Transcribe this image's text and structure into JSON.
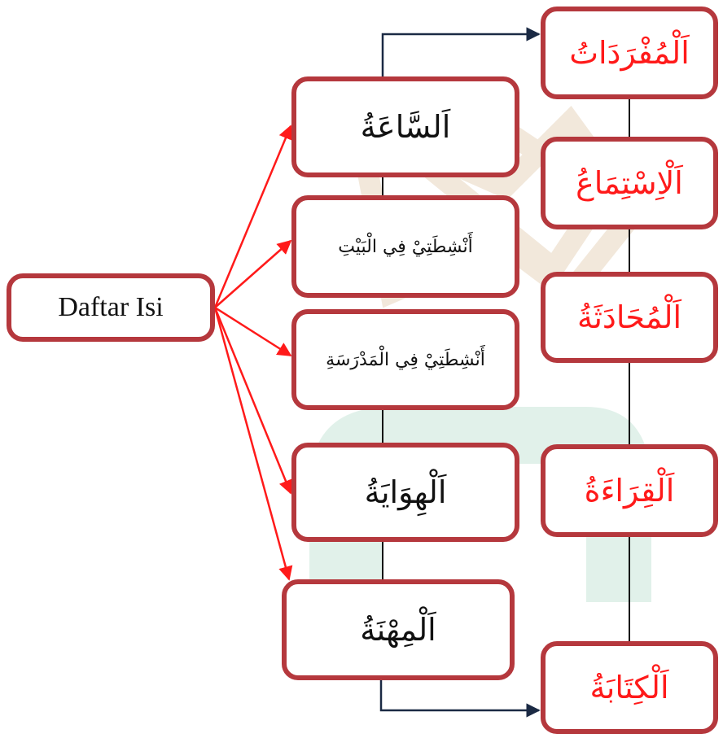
{
  "root": {
    "label": "Daftar Isi"
  },
  "topics": [
    {
      "label": "اَلسَّاعَةُ"
    },
    {
      "label": "أَنْشِطَتِيْ فِي الْبَيْتِ"
    },
    {
      "label": "أَنْشِطَتِيْ فِي الْمَدْرَسَةِ"
    },
    {
      "label": "اَلْهِوَايَةُ"
    },
    {
      "label": "اَلْمِهْنَةُ"
    }
  ],
  "skills": [
    {
      "label": "اَلْمُفْرَدَاتُ"
    },
    {
      "label": "اَلْاِسْتِمَاعُ"
    },
    {
      "label": "اَلْمُحَادَثَةُ"
    },
    {
      "label": "اَلْقِرَاءَةُ"
    },
    {
      "label": "اَلْكِتَابَةُ"
    }
  ],
  "colors": {
    "box_border": "#b5383d",
    "arrow_red": "#ff1a1a",
    "connector_dark": "#1b2a44",
    "skill_text": "#ff1a1a",
    "watermark_green": "#dcefe6",
    "watermark_tan": "#f1e6d8"
  }
}
